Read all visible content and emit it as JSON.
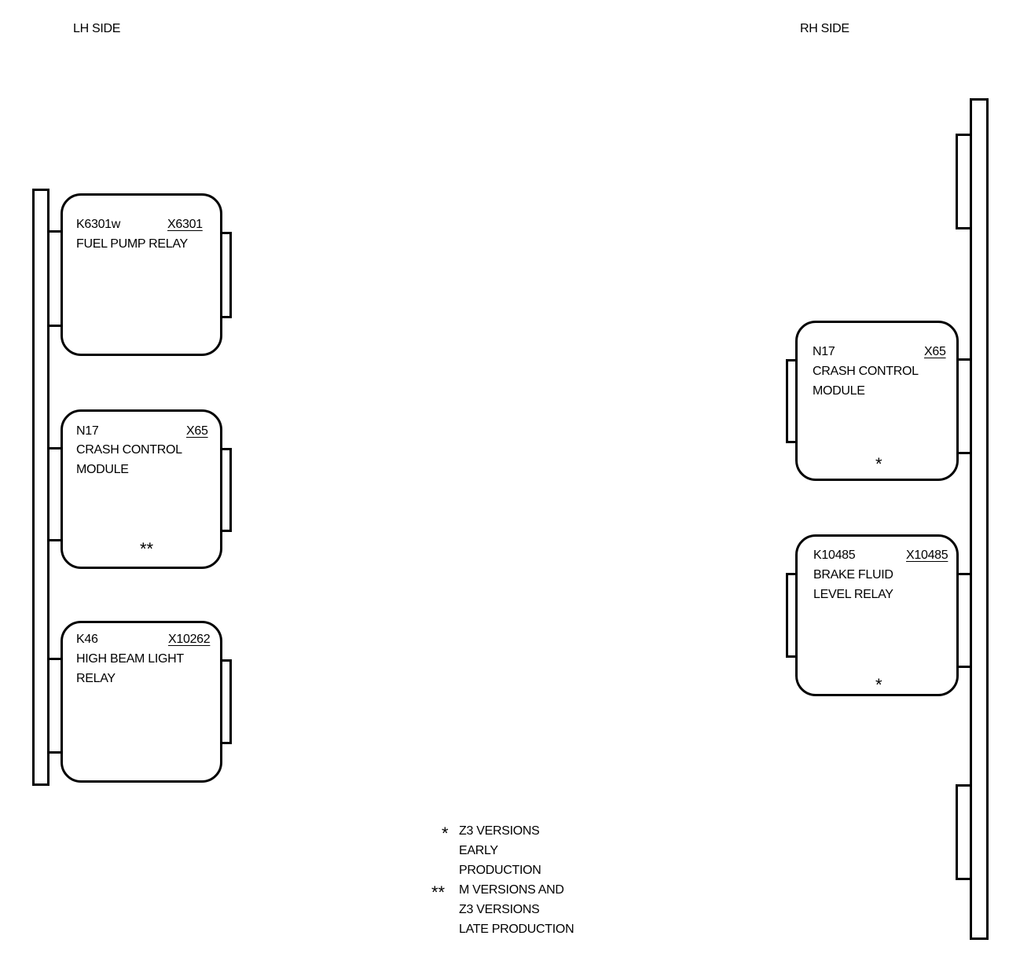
{
  "headers": {
    "left": "LH SIDE",
    "right": "RH SIDE"
  },
  "lh_modules": [
    {
      "code": "K6301w",
      "connector": "X6301",
      "lines": [
        "FUEL PUMP RELAY"
      ],
      "mark": ""
    },
    {
      "code": "N17",
      "connector": "X65",
      "lines": [
        "CRASH CONTROL",
        "MODULE"
      ],
      "mark": "**"
    },
    {
      "code": "K46",
      "connector": "X10262",
      "lines": [
        "HIGH BEAM LIGHT",
        "RELAY"
      ],
      "mark": ""
    }
  ],
  "rh_modules": [
    {
      "code": "N17",
      "connector": "X65",
      "lines": [
        "CRASH CONTROL",
        "MODULE"
      ],
      "mark": "*"
    },
    {
      "code": "K10485",
      "connector": "X10485",
      "lines": [
        "BRAKE FLUID",
        "LEVEL RELAY"
      ],
      "mark": "*"
    }
  ],
  "legend": [
    {
      "symbol": "*",
      "lines": [
        "Z3 VERSIONS",
        "EARLY",
        "PRODUCTION"
      ]
    },
    {
      "symbol": "**",
      "lines": [
        "M VERSIONS AND",
        "Z3 VERSIONS",
        "LATE PRODUCTION"
      ]
    }
  ]
}
